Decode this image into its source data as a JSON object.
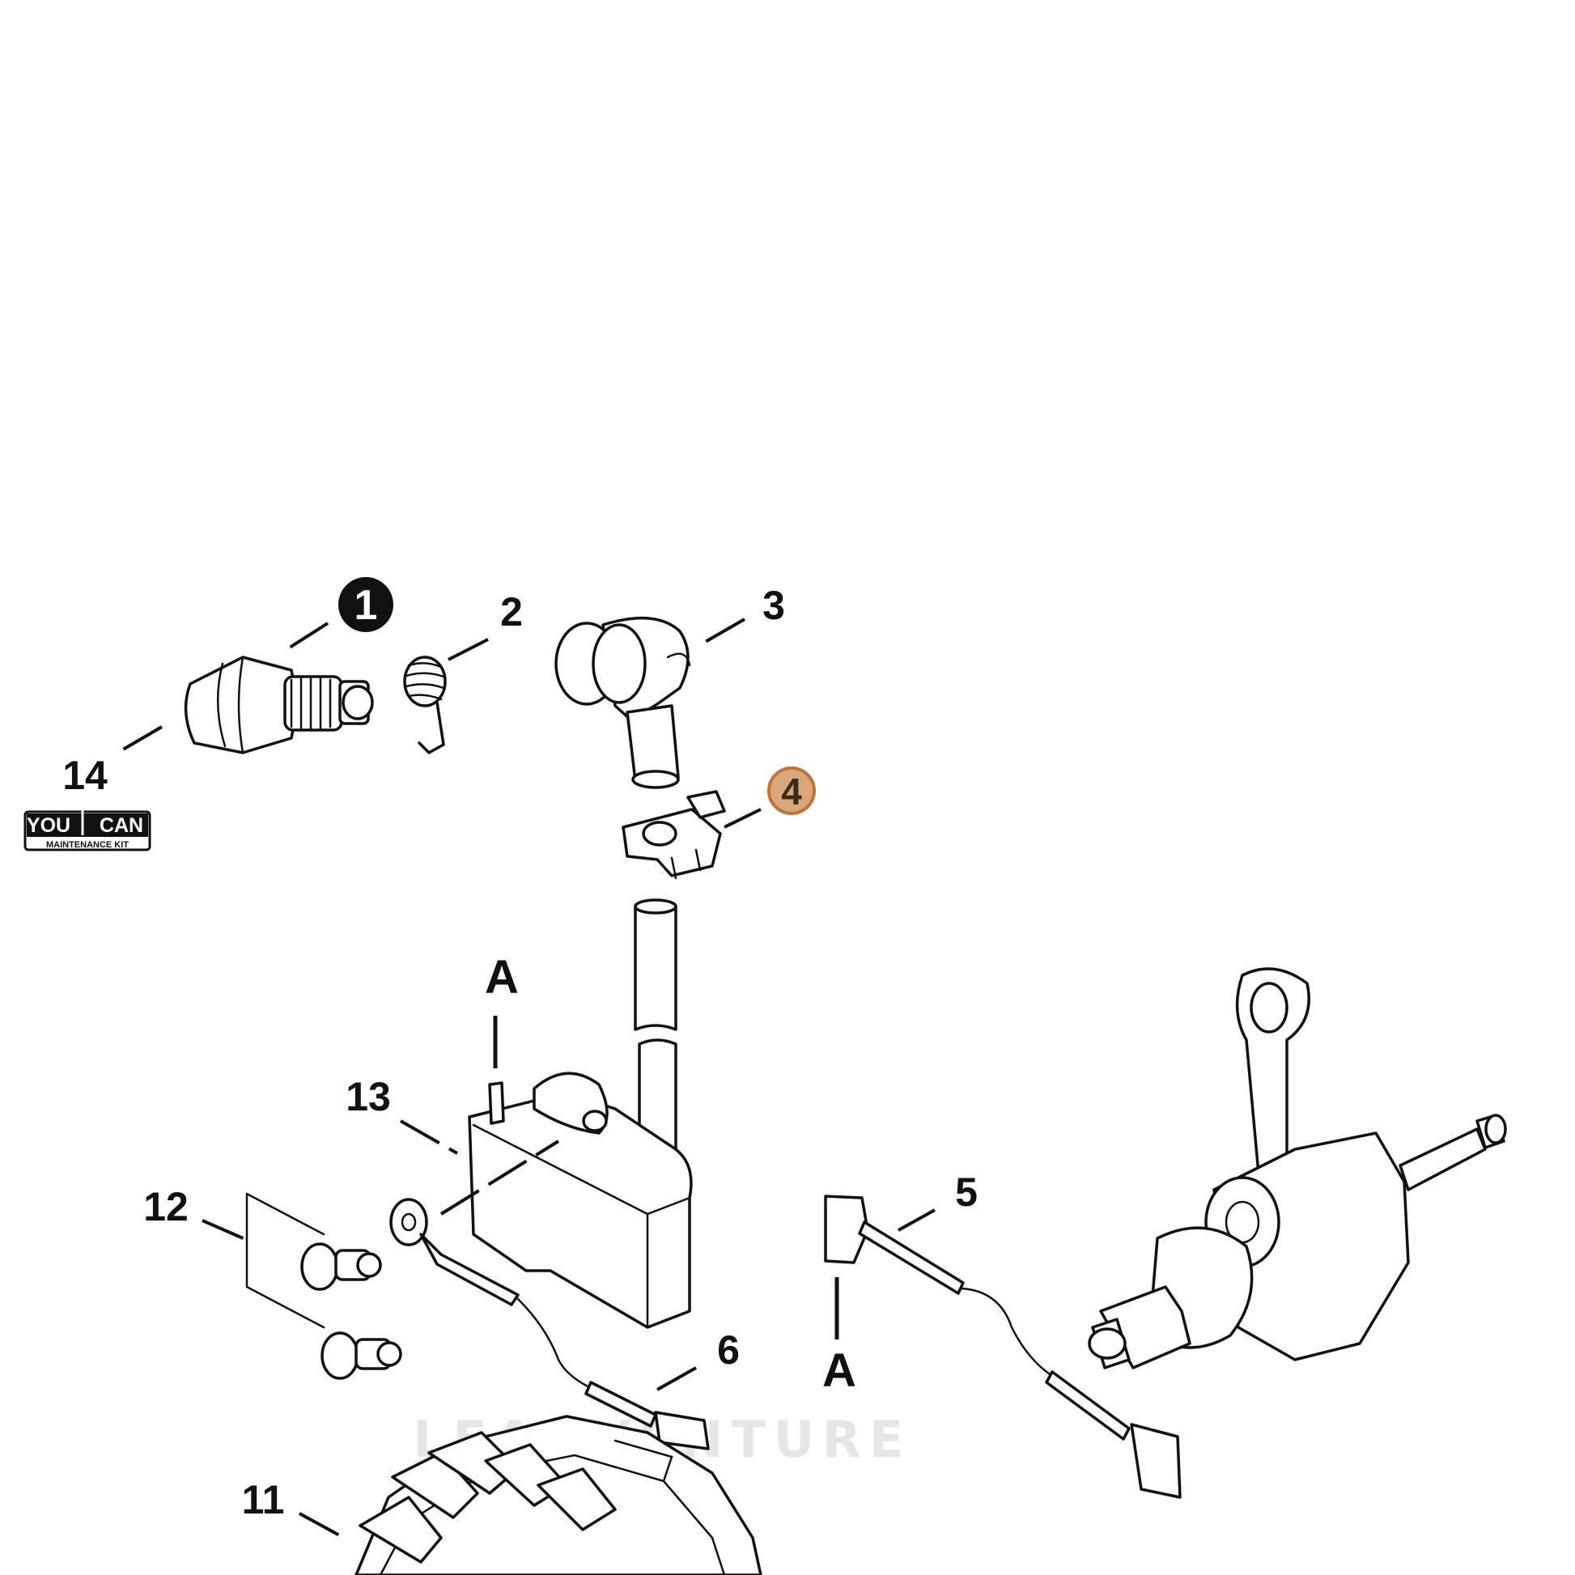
{
  "watermark": "LEADVENTURE",
  "kit_logo": {
    "line1_left": "YOU",
    "line1_right": "CAN",
    "line2": "MAINTENANCE KIT"
  },
  "callouts": {
    "c1": "1",
    "c2": "2",
    "c3": "3",
    "c4": "4",
    "c5": "5",
    "c6": "6",
    "c11": "11",
    "c12": "12",
    "c13": "13",
    "c14": "14"
  },
  "refs": {
    "a_top": "A",
    "a_bottom": "A"
  },
  "colors": {
    "highlight_fill": "#d9a77b",
    "highlight_stroke": "#c0743a",
    "badge_fill": "#111111",
    "line": "#111111"
  }
}
